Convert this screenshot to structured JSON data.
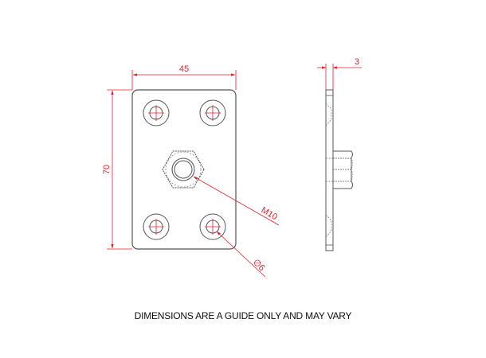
{
  "drawing": {
    "title": "Base plate with M10 stud - technical drawing",
    "colors": {
      "outline": "#555555",
      "dimension": "#e0202a",
      "background": "#ffffff"
    },
    "dimensions": {
      "width": "45",
      "height": "70",
      "thickness": "3",
      "thread": "M10",
      "hole_diameter": "∅6"
    },
    "views": [
      "front-view",
      "side-view"
    ],
    "front_view": {
      "holes": 4,
      "center_nut": "hex nut M10"
    }
  },
  "note": "DIMENSIONS ARE A GUIDE ONLY AND MAY VARY"
}
